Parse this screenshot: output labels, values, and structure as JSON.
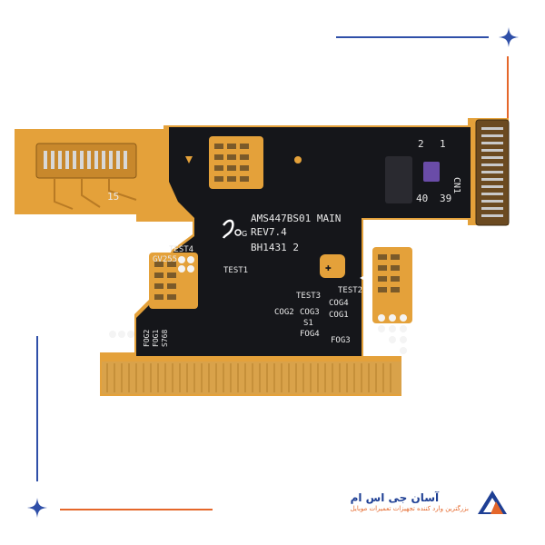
{
  "colors": {
    "accent_blue": "#2f4fa8",
    "accent_orange": "#e5672a",
    "flex_orange": "#e4a13a",
    "board_black": "#15161a"
  },
  "pcb": {
    "connector_number": "15",
    "model": "AMS447BS01 MAIN",
    "rev": "REV7.4",
    "code": "BH1431 2",
    "test4": "TEST4",
    "gv255": "GV255",
    "test1": "TEST1",
    "test3": "TEST3",
    "test2": "TEST2",
    "cog2": "COG2",
    "cog3": "COG3",
    "cog4": "COG4",
    "cog1": "COG1",
    "s1": "S1",
    "fog4": "FOG4",
    "fog3": "FOG3",
    "fog2": "FOG2",
    "fog1": "FOG1",
    "s768": "S768",
    "pin2": "2",
    "pin1": "1",
    "pin40": "40",
    "pin39": "39",
    "cn1": "CN1"
  },
  "brand": {
    "name": "آسان جی اس ام",
    "tagline": "بزرگترین وارد کننده تجهیزات تعمیرات موبایل",
    "icon": "delta-logo-icon"
  },
  "decor": {
    "sparkle_icon": "four-point-star-icon"
  }
}
